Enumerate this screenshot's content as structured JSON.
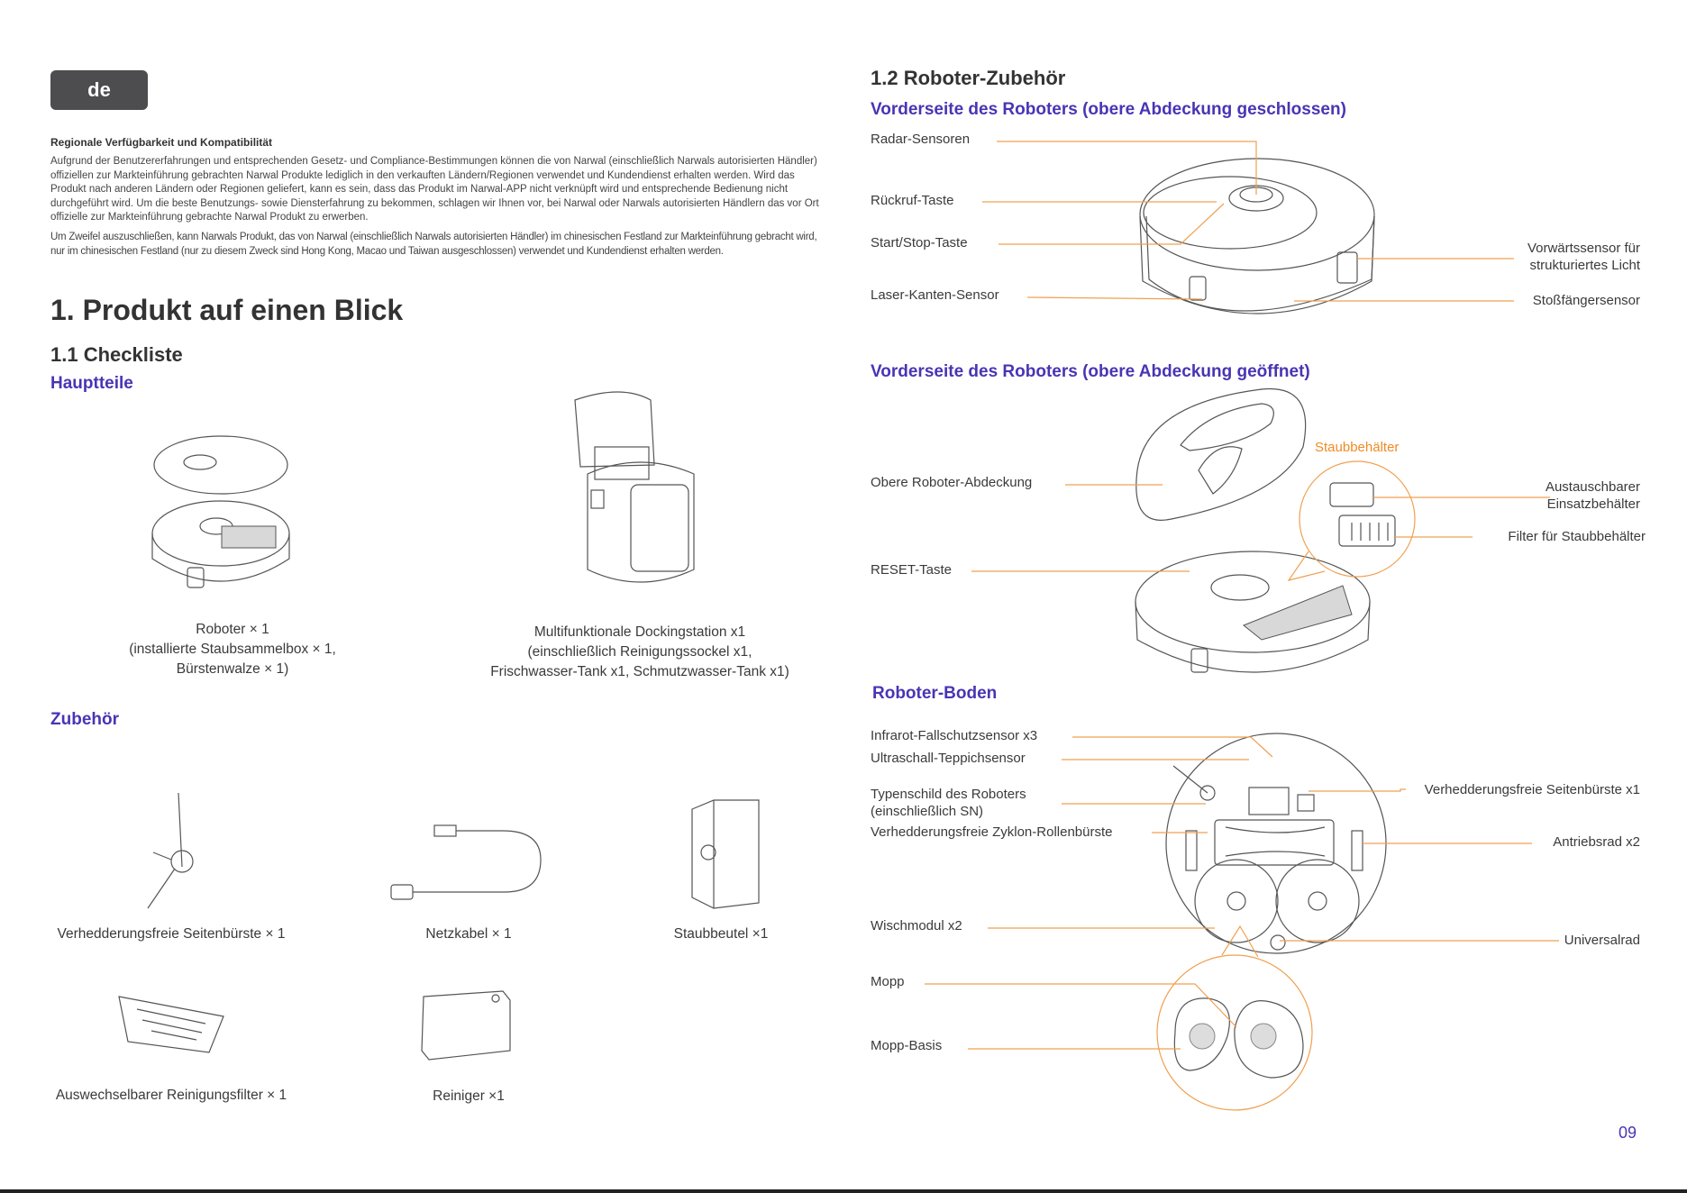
{
  "lang_badge": "de",
  "regional": {
    "title": "Regionale Verfügbarkeit und Kompatibilität",
    "p1": "Aufgrund der Benutzererfahrungen und entsprechenden Gesetz- und Compliance-Bestimmungen können die von Narwal (einschließlich Narwals autorisierten Händler) offiziellen zur Markteinführung gebrachten Narwal Produkte lediglich in den verkauften Ländern/Regionen verwendet und Kundendienst erhalten werden. Wird das Produkt nach anderen Ländern oder Regionen geliefert, kann es sein, dass das Produkt im Narwal-APP nicht verknüpft wird und entsprechende Bedienung nicht durchgeführt wird. Um die beste Benutzungs- sowie Diensterfahrung zu bekommen, schlagen wir Ihnen vor, bei Narwal oder Narwals autorisierten Händlern das vor Ort offizielle zur Markteinführung gebrachte Narwal Produkt zu erwerben.",
    "p2": "Um Zweifel auszuschließen, kann Narwals Produkt, das von Narwal (einschließlich Narwals autorisierten Händler) im chinesischen Festland zur Markteinführung gebracht wird, nur im chinesischen Festland (nur zu diesem Zweck sind Hong Kong, Macao und Taiwan ausgeschlossen) verwendet und Kundendienst erhalten werden."
  },
  "section1": {
    "title": "1. Produkt auf einen Blick",
    "checklist_title": "1.1 Checkliste",
    "main_parts_title": "Hauptteile",
    "robot_caption": [
      "Roboter × 1",
      "(installierte Staubsammelbox × 1,",
      "Bürstenwalze × 1)"
    ],
    "dock_caption": [
      "Multifunktionale Dockingstation x1",
      "(einschließlich Reinigungssockel x1,",
      "Frischwasser-Tank x1, Schmutzwasser-Tank x1)"
    ],
    "accessories_title": "Zubehör",
    "acc_side_brush": "Verhedderungsfreie Seitenbürste × 1",
    "acc_power_cable": "Netzkabel × 1",
    "acc_dust_bag": "Staubbeutel ×1",
    "acc_filter": "Auswechselbarer Reinigungsfilter × 1",
    "acc_cleaner": "Reiniger ×1"
  },
  "section12": {
    "title": "1.2 Roboter-Zubehör",
    "front_closed_title": "Vorderseite des Roboters (obere Abdeckung geschlossen)",
    "front_closed_labels": {
      "radar": "Radar-Sensoren",
      "recall": "Rückruf-Taste",
      "start_stop": "Start/Stop-Taste",
      "laser_edge": "Laser-Kanten-Sensor",
      "front_sensor_l1": "Vorwärtssensor für",
      "front_sensor_l2": "strukturiertes Licht",
      "bumper": "Stoßfängersensor"
    },
    "front_open_title": "Vorderseite des Roboters (obere Abdeckung geöffnet)",
    "front_open_labels": {
      "top_cover": "Obere Roboter-Abdeckung",
      "dust_bin": "Staubbehälter",
      "insert_l1": "Austauschbarer",
      "insert_l2": "Einsatzbehälter",
      "bin_filter": "Filter für Staubbehälter",
      "reset": "RESET-Taste"
    },
    "bottom_title": "Roboter-Boden",
    "bottom_labels": {
      "cliff": "Infrarot-Fallschutzsensor x3",
      "carpet": "Ultraschall-Teppichsensor",
      "nameplate_l1": "Typenschild des Roboters",
      "nameplate_l2": "(einschließlich SN)",
      "roller": "Verhedderungsfreie Zyklon-Rollenbürste",
      "side_brush": "Verhedderungsfreie Seitenbürste x1",
      "drive_wheel": "Antriebsrad x2",
      "mop_module": "Wischmodul x2",
      "universal_wheel": "Universalrad",
      "mop": "Mopp",
      "mop_base": "Mopp-Basis"
    }
  },
  "page_number": "09",
  "colors": {
    "accent": "#4a34b4",
    "callout": "#f08a24",
    "badge": "#4d4d4f"
  }
}
